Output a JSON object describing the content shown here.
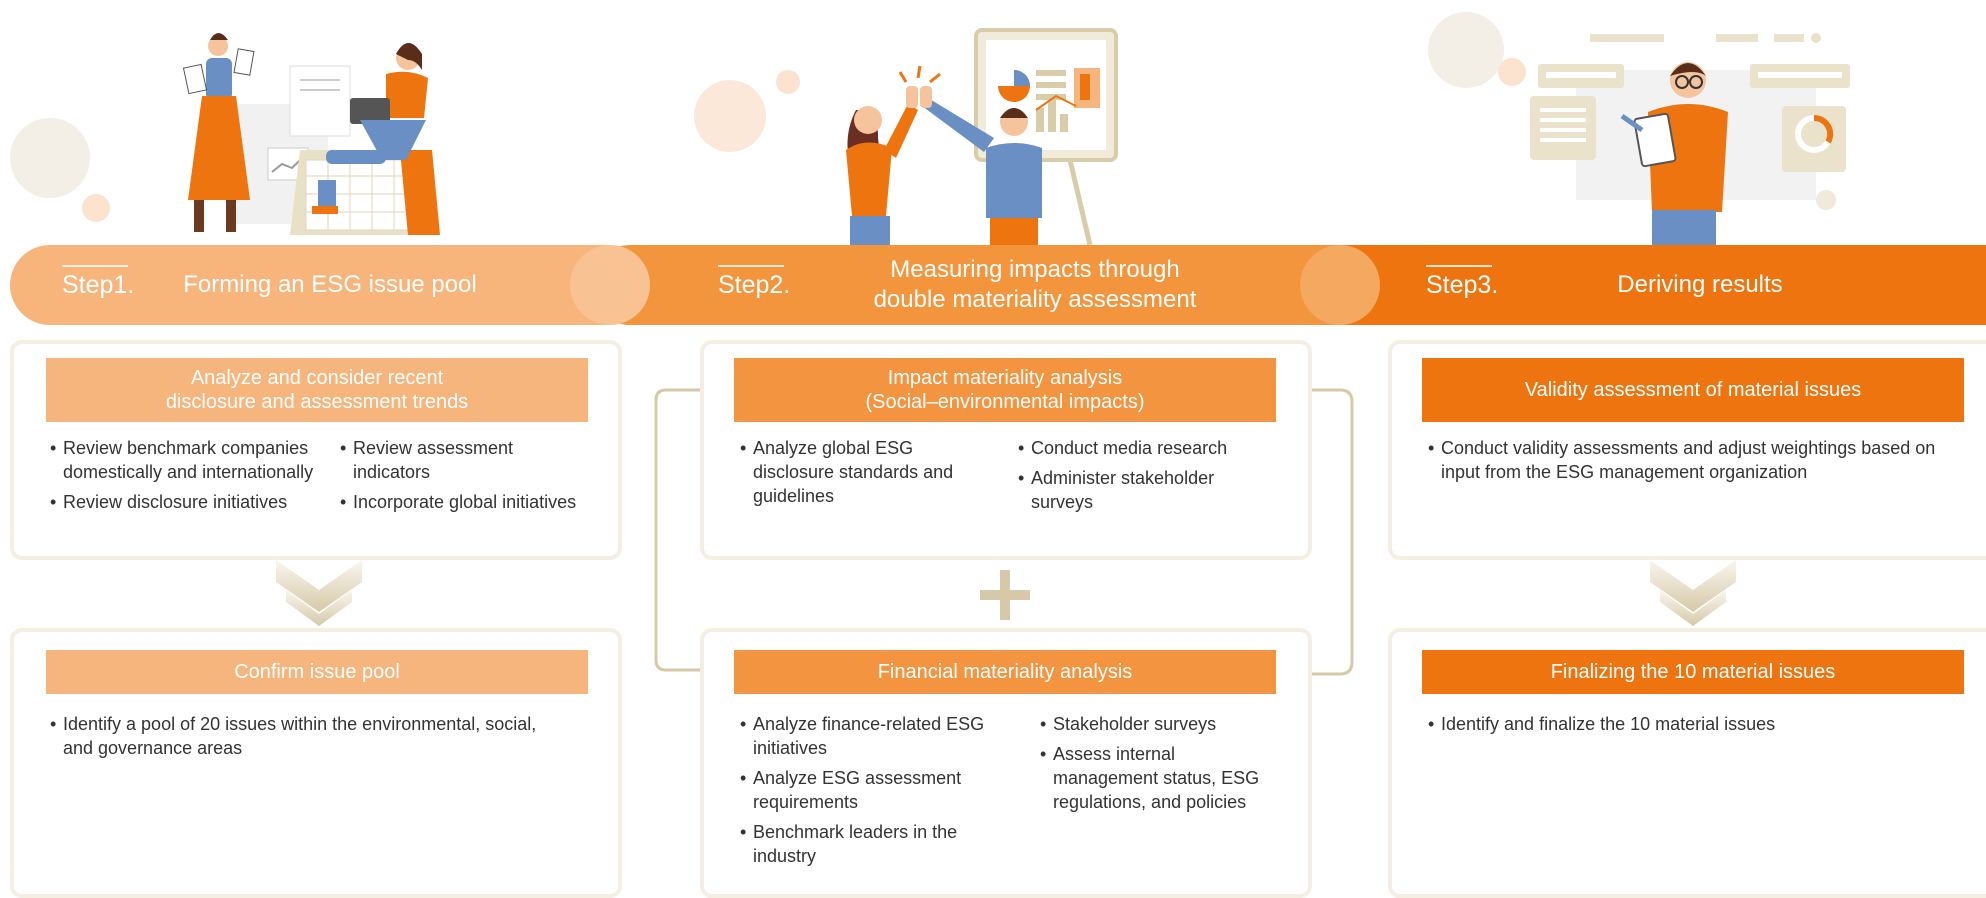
{
  "colors": {
    "step1": "#f7b57c",
    "step2": "#f3953d",
    "step3": "#ee7410",
    "box_border": "#f5efe3",
    "connector": "#d6c9a8"
  },
  "steps": [
    {
      "label": "Step1.",
      "title_line1": "Forming an ESG issue pool",
      "title_line2": ""
    },
    {
      "label": "Step2.",
      "title_line1": "Measuring impacts through",
      "title_line2": "double materiality assessment"
    },
    {
      "label": "Step3.",
      "title_line1": "Deriving results",
      "title_line2": ""
    }
  ],
  "col1": {
    "top": {
      "header_line1": "Analyze and consider recent",
      "header_line2": "disclosure and assessment trends",
      "left_items": [
        "Review benchmark companies domestically and internationally",
        "Review disclosure initiatives"
      ],
      "right_items": [
        "Review assessment indicators",
        "Incorporate global initiatives"
      ]
    },
    "bottom": {
      "header": "Confirm issue pool",
      "items": [
        "Identify a pool of 20 issues within the environmental, social, and governance areas"
      ]
    }
  },
  "col2": {
    "top": {
      "header_line1": "Impact materiality analysis",
      "header_line2": "(Social–environmental impacts)",
      "left_items": [
        "Analyze global ESG disclosure standards and guidelines"
      ],
      "right_items": [
        "Conduct media research",
        "Administer stakeholder surveys"
      ]
    },
    "bottom": {
      "header": "Financial materiality analysis",
      "left_items": [
        "Analyze finance-related ESG initiatives",
        "Analyze ESG assessment requirements",
        "Benchmark leaders in the industry"
      ],
      "right_items": [
        "Stakeholder surveys",
        "Assess internal management status, ESG regulations, and policies"
      ]
    }
  },
  "col3": {
    "top": {
      "header": "Validity assessment of material issues",
      "items": [
        "Conduct validity assessments and adjust weightings based on input from the ESG management organization"
      ]
    },
    "bottom": {
      "header": "Finalizing the 10 material issues",
      "items": [
        "Identify and finalize the 10 material issues"
      ]
    }
  }
}
